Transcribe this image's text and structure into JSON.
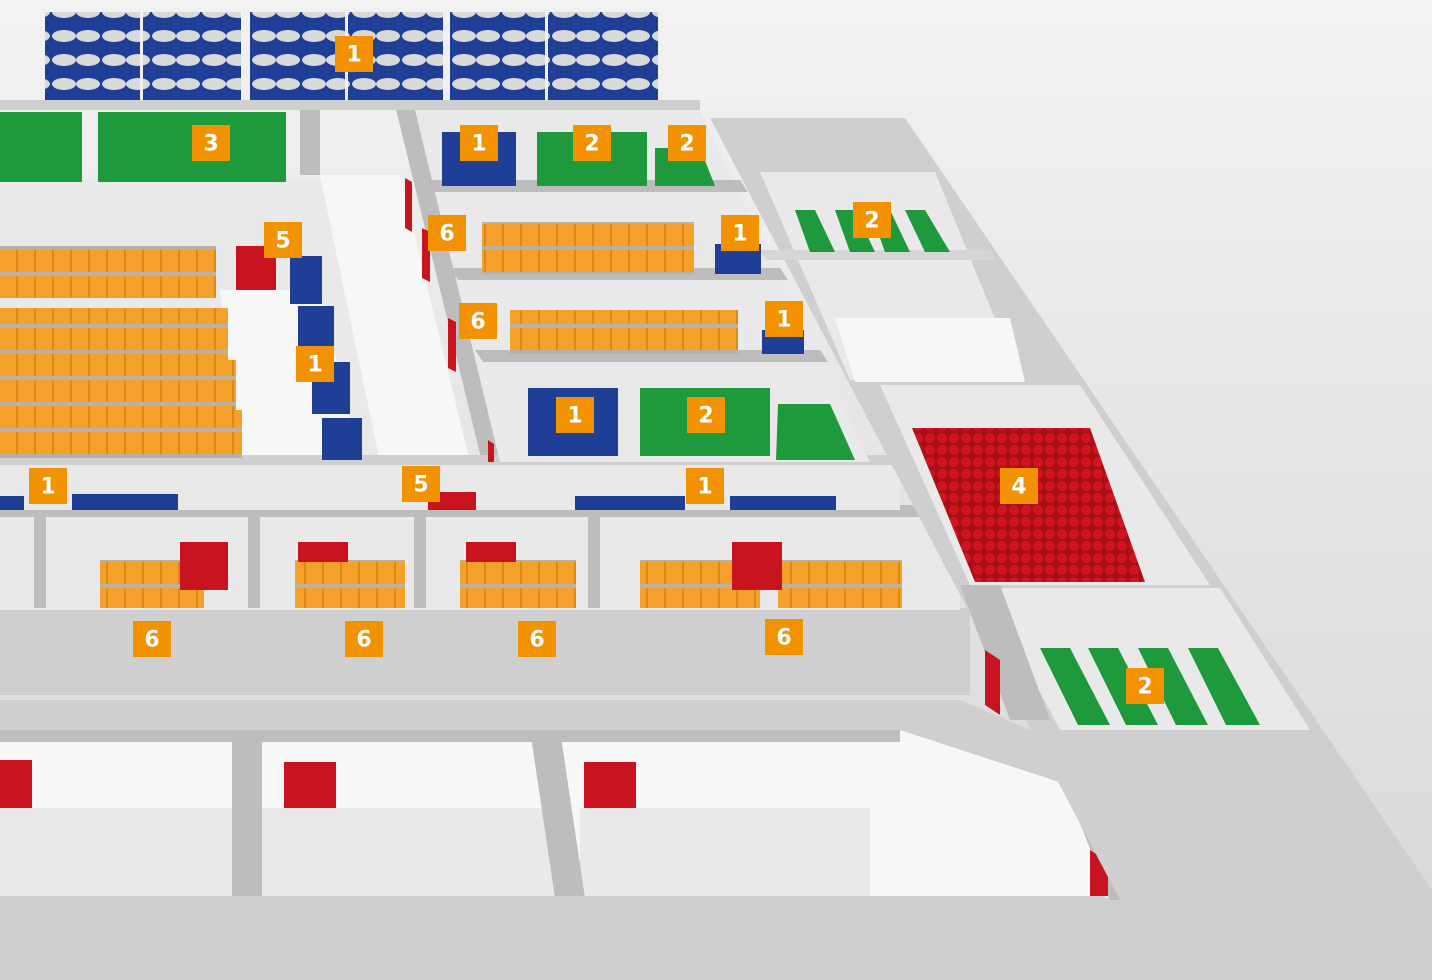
{
  "colors": {
    "label_bg": "#f39200",
    "label_text": "#ffffff",
    "zone_blue": "#1f3e96",
    "zone_green": "#1e9a3c",
    "zone_red": "#c8141e",
    "zone_orange": "#f3a12a",
    "wall": "#c4c4c4",
    "floor": "#ececec"
  },
  "labels": [
    {
      "id": "roof-top",
      "text": "1"
    },
    {
      "id": "green-top",
      "text": "3"
    },
    {
      "id": "blue-room-top",
      "text": "1"
    },
    {
      "id": "green-room-top-a",
      "text": "2"
    },
    {
      "id": "green-room-top-b",
      "text": "2"
    },
    {
      "id": "right-green-top",
      "text": "2"
    },
    {
      "id": "left-hall-5",
      "text": "5"
    },
    {
      "id": "mid-6-a",
      "text": "6"
    },
    {
      "id": "mid-1-a",
      "text": "1"
    },
    {
      "id": "mid-6-b",
      "text": "6"
    },
    {
      "id": "mid-1-b",
      "text": "1"
    },
    {
      "id": "left-hall-1",
      "text": "1"
    },
    {
      "id": "mid-room-1",
      "text": "1"
    },
    {
      "id": "mid-room-2",
      "text": "2"
    },
    {
      "id": "red-zone-4",
      "text": "4"
    },
    {
      "id": "corridor-1-left",
      "text": "1"
    },
    {
      "id": "corridor-5",
      "text": "5"
    },
    {
      "id": "corridor-1-right",
      "text": "1"
    },
    {
      "id": "bay-6-a",
      "text": "6"
    },
    {
      "id": "bay-6-b",
      "text": "6"
    },
    {
      "id": "bay-6-c",
      "text": "6"
    },
    {
      "id": "bay-6-d",
      "text": "6"
    },
    {
      "id": "right-green-bottom",
      "text": "2"
    }
  ]
}
